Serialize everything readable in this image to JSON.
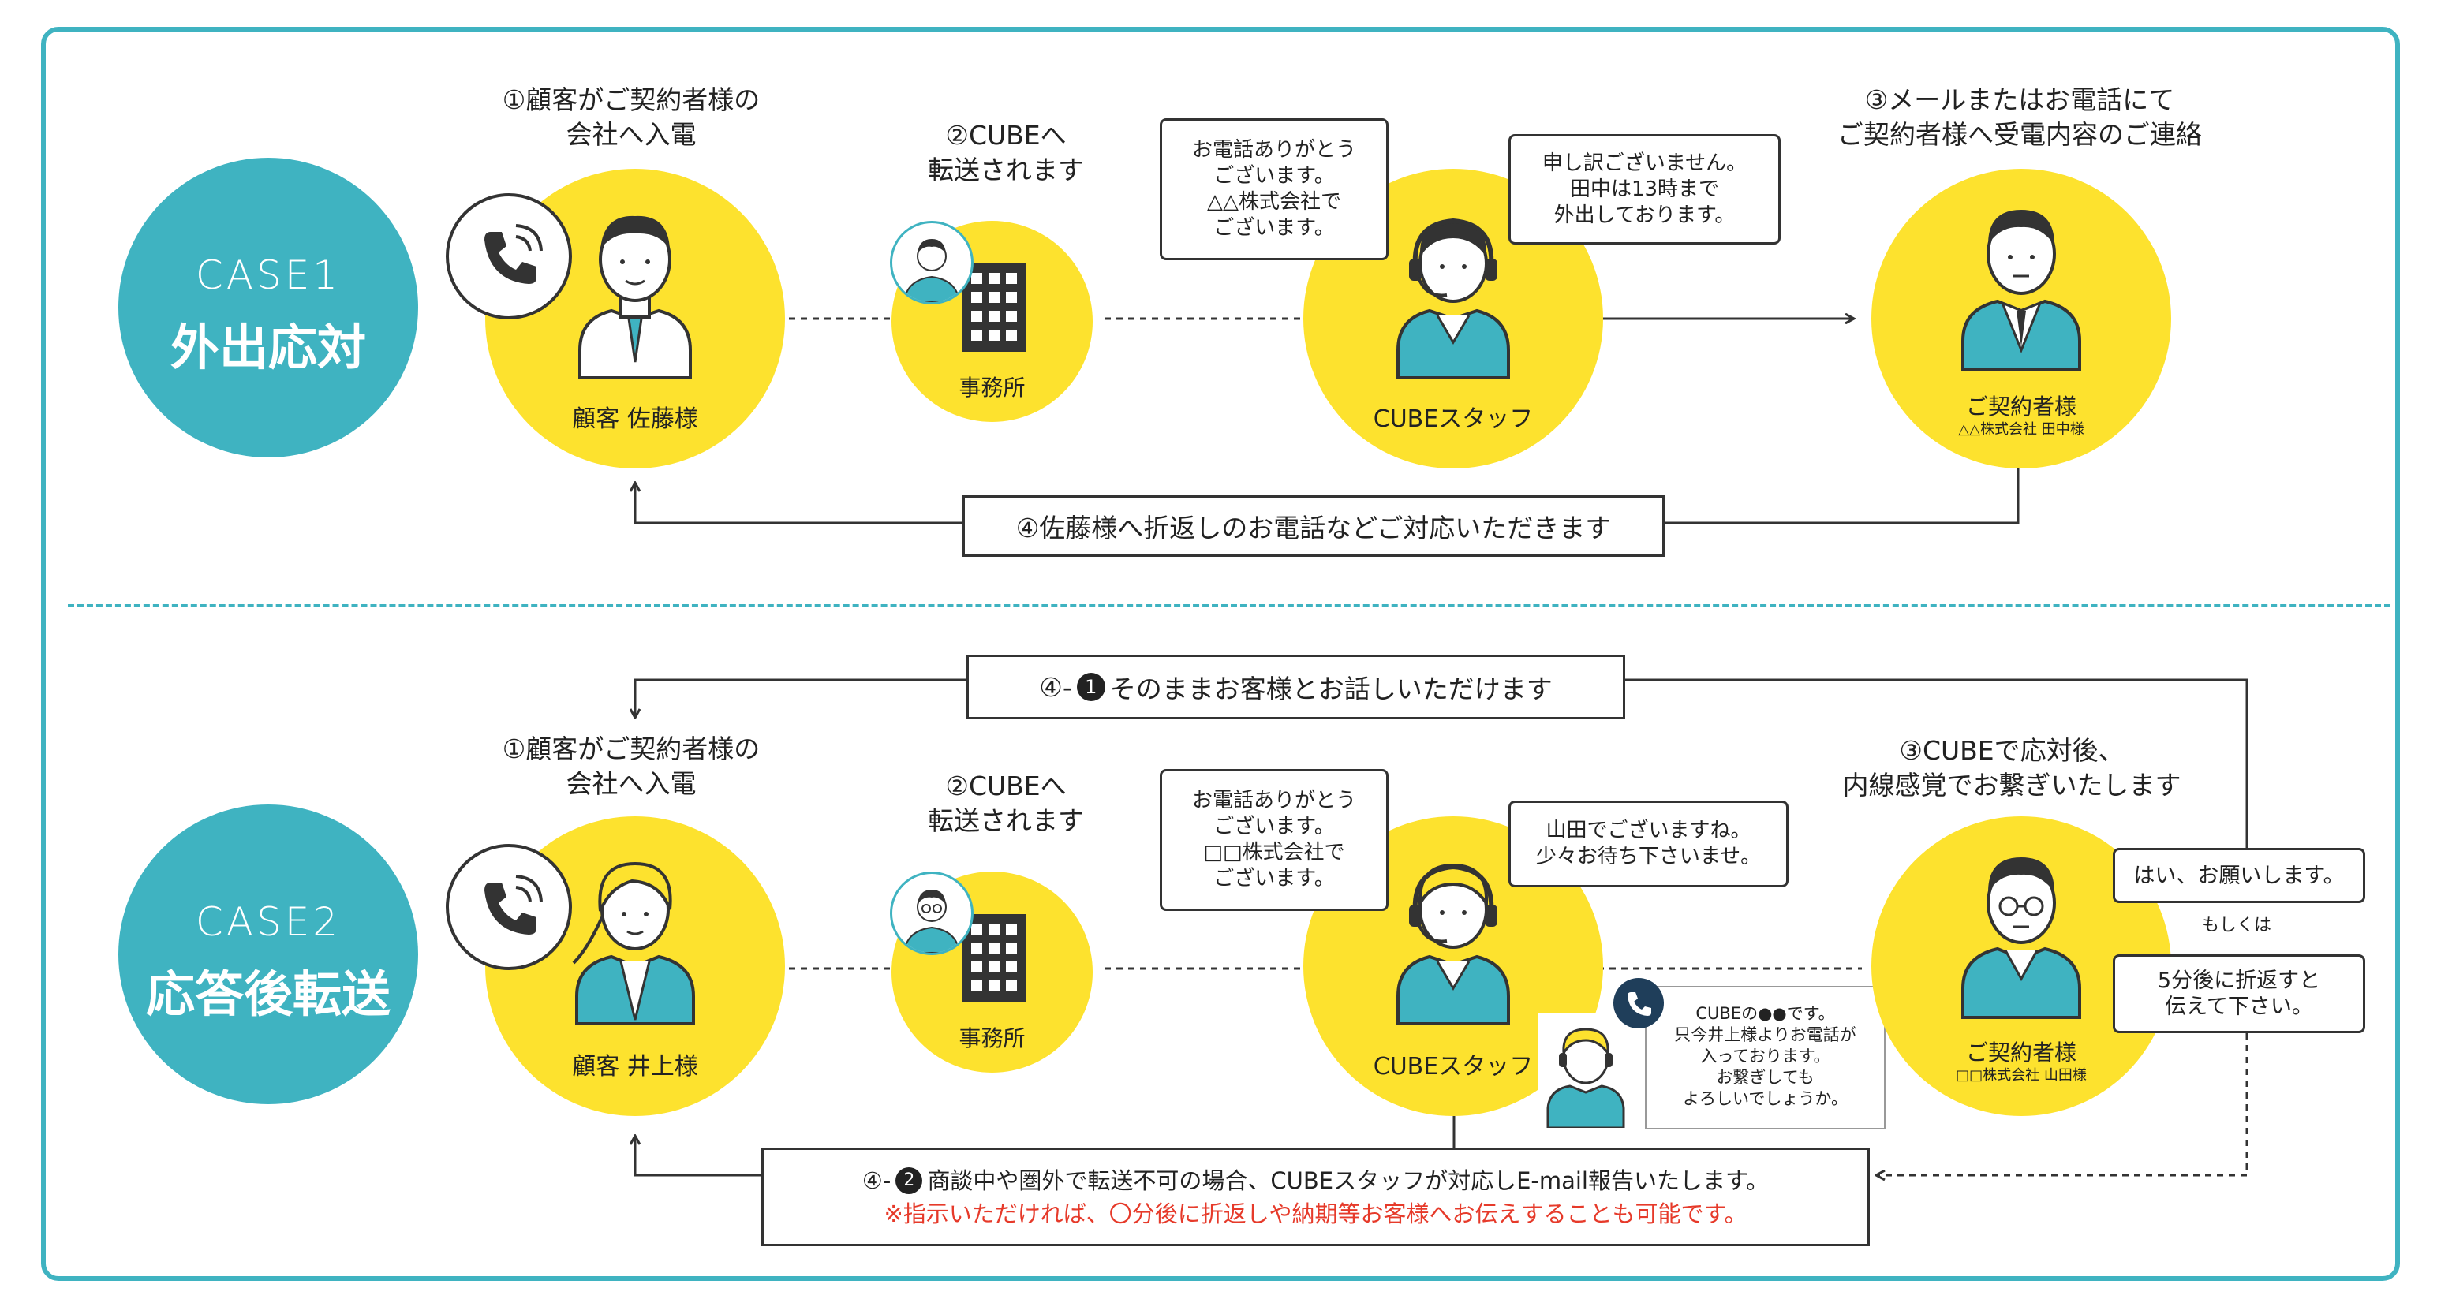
{
  "colors": {
    "accent": "#3fb3c1",
    "yellow": "#fde22e",
    "line": "#333333",
    "note": "#e63a2a",
    "navy": "#1f3e5a"
  },
  "case1": {
    "badge": {
      "label": "CASE1",
      "title": "外出応対"
    },
    "steps": {
      "s1": [
        "①顧客がご契約者様の",
        "会社へ入電"
      ],
      "s2": [
        "②CUBEへ",
        "転送されます"
      ],
      "s3": [
        "③メールまたはお電話にて",
        "ご契約者様へ受電内容のご連絡"
      ]
    },
    "nodes": {
      "customer": "顧客 佐藤様",
      "office": "事務所",
      "staff": "CUBEスタッフ",
      "contractor": "ご契約者様",
      "contractor_sub": "△△株式会社 田中様"
    },
    "bubbles": {
      "staff_greeting": [
        "お電話ありがとう",
        "ございます。",
        "△△株式会社で",
        "ございます。"
      ],
      "staff_reply": [
        "申し訳ございません。",
        "田中は13時まで",
        "外出しております。"
      ]
    },
    "callback": "④佐藤様へ折返しのお電話などご対応いただきます"
  },
  "case2": {
    "badge": {
      "label": "CASE2",
      "title": "応答後転送"
    },
    "steps": {
      "s1": [
        "①顧客がご契約者様の",
        "会社へ入電"
      ],
      "s2": [
        "②CUBEへ",
        "転送されます"
      ],
      "s3": [
        "③CUBEで応対後、",
        "内線感覚でお繋ぎいたします"
      ]
    },
    "nodes": {
      "customer": "顧客 井上様",
      "office": "事務所",
      "staff": "CUBEスタッフ",
      "contractor": "ご契約者様",
      "contractor_sub": "□□株式会社 山田様"
    },
    "bubbles": {
      "staff_greeting": [
        "お電話ありがとう",
        "ございます。",
        "□□株式会社で",
        "ございます。"
      ],
      "staff_reply": [
        "山田でございますね。",
        "少々お待ち下さいませ。"
      ],
      "contractor_yes": "はい、お願いします。",
      "or": "もしくは",
      "contractor_later": [
        "5分後に折返すと",
        "伝えて下さい。"
      ],
      "cube_call": [
        "CUBEの●●です。",
        "只今井上様よりお電話が",
        "入っております。",
        "お繋ぎしても",
        "よろしいでしょうか。"
      ]
    },
    "top_box": {
      "prefix": "④-",
      "num": "1",
      "text": " そのままお客様とお話しいただけます"
    },
    "bottom_box": {
      "prefix": "④-",
      "num": "2",
      "text": " 商談中や圏外で転送不可の場合、CUBEスタッフが対応しE-mail報告いたします。",
      "note": "※指示いただければ、〇分後に折返しや納期等お客様へお伝えすることも可能です。"
    }
  }
}
